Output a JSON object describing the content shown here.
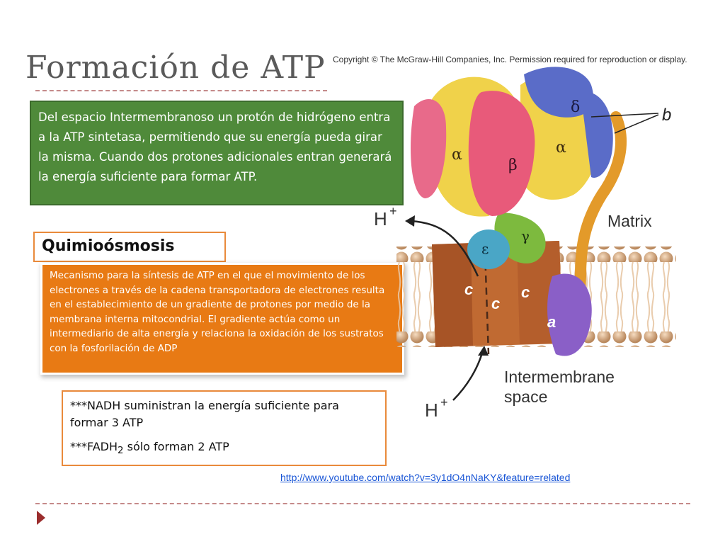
{
  "slide": {
    "title": "Formación de ATP",
    "copyright": "Copyright © The McGraw-Hill Companies, Inc. Permission required for reproduction or display.",
    "intro_text": "Del espacio Intermembranoso un protón de hidrógeno entra  a la ATP sintetasa, permitiendo que su energía pueda girar la misma.  Cuando  dos protones adicionales entran generará la energía suficiente para formar ATP.",
    "heading": "Quimioósmosis",
    "definition": "Mecanismo para la síntesis de ATP en el que el movimiento de los electrones  a través de la cadena transportadora de electrones resulta en el establecimiento de un gradiente de protones por medio de la membrana interna mitocondrial. El gradiente actúa como un intermediario de alta energía y relaciona la oxidación de los sustratos con la fosforilación de ADP",
    "nadh_note": "***NADH suministran la energía suficiente para formar 3 ATP",
    "fadh_prefix": "***FADH",
    "fadh_sub": "2",
    "fadh_suffix": "  sólo forman 2 ATP",
    "link": "http://www.youtube.com/watch?v=3y1dO4nNaKY&feature=related"
  },
  "diagram": {
    "labels": {
      "alpha": "α",
      "beta": "β",
      "delta": "δ",
      "gamma": "γ",
      "epsilon": "ε",
      "c": "c",
      "a": "a",
      "b": "b",
      "h_plus": "H",
      "plus": "+",
      "matrix": "Matrix",
      "intermembrane": "Intermembrane",
      "space": "space"
    }
  },
  "colors": {
    "green_box": "#4f8a3a",
    "orange_box": "#e87a14",
    "accent_border": "#e98a3b",
    "title": "#5a5a5a",
    "link": "#1a56d6"
  }
}
